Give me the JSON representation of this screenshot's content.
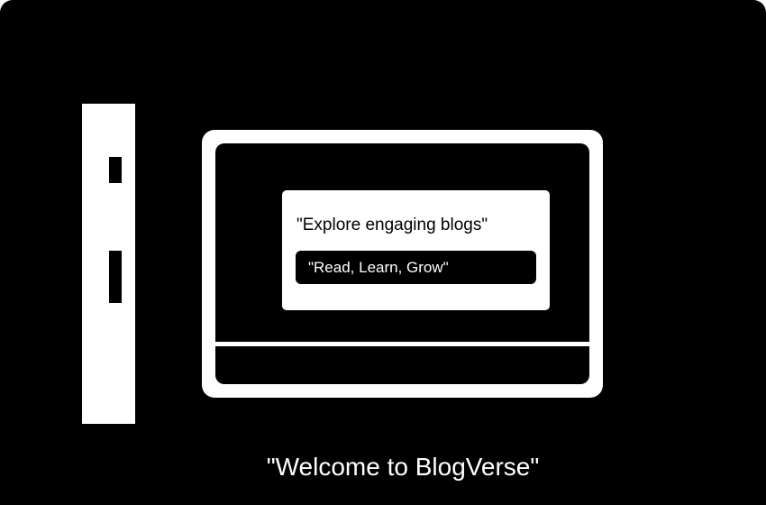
{
  "card": {
    "title": "\"Explore engaging blogs\"",
    "tagline": "\"Read, Learn, Grow\""
  },
  "footer": {
    "welcome": "\"Welcome to BlogVerse\""
  },
  "colors": {
    "background": "#000000",
    "foreground": "#ffffff"
  }
}
